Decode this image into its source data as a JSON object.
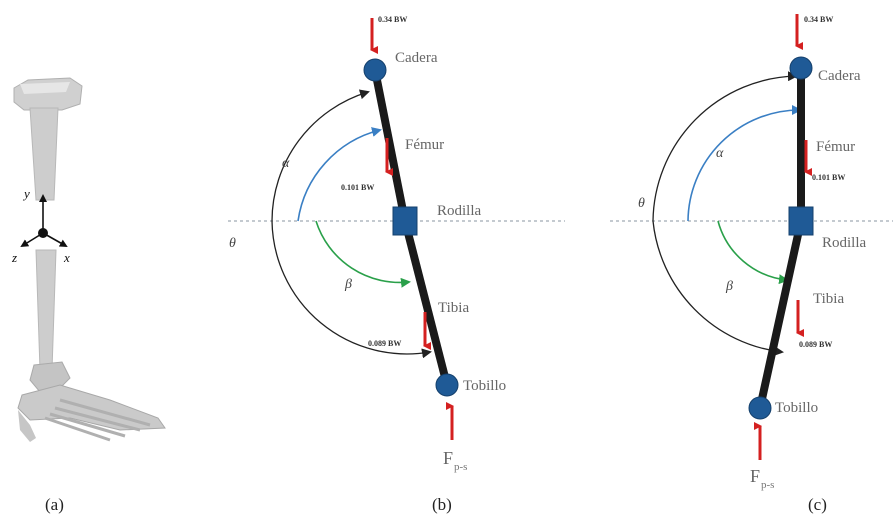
{
  "panels": [
    {
      "caption": "(a)",
      "axes": {
        "y": "y",
        "x": "x",
        "z": "z"
      }
    },
    {
      "caption": "(b)",
      "joints": {
        "hip": "Cadera",
        "knee": "Rodilla",
        "ankle": "Tobillo"
      },
      "segments": {
        "femur": "Fémur",
        "tibia": "Tibia"
      },
      "angles": {
        "alpha": "α",
        "beta": "β",
        "theta": "θ"
      },
      "forces": {
        "hip": "0.34 BW",
        "femur": "0.101 BW",
        "tibia": "0.089 BW"
      },
      "reaction": {
        "main": "F",
        "sub": "p-s"
      }
    },
    {
      "caption": "(c)",
      "joints": {
        "hip": "Cadera",
        "knee": "Rodilla",
        "ankle": "Tobillo"
      },
      "segments": {
        "femur": "Fémur",
        "tibia": "Tibia"
      },
      "angles": {
        "alpha": "α",
        "beta": "β",
        "theta": "θ"
      },
      "forces": {
        "hip": "0.34 BW",
        "femur": "0.101 BW",
        "tibia": "0.089 BW"
      },
      "reaction": {
        "main": "F",
        "sub": "p-s"
      }
    }
  ],
  "colors": {
    "segment": "#1a1a1a",
    "joint": "#1f5a96",
    "force_arrow": "#d42020",
    "alpha_arc": "#3a7fc4",
    "beta_arc": "#2aa04a",
    "theta_arc": "#222222",
    "bone": "#c8c8c8"
  }
}
